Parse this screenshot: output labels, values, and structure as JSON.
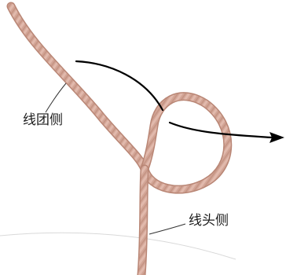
{
  "labels": {
    "ball_side": "线团侧",
    "end_side": "线头侧"
  },
  "colors": {
    "background": "#ffffff",
    "yarn": "#d2a596",
    "yarn_dark": "#b98675",
    "yarn_light": "#ecc9bd",
    "arrow": "#000000",
    "leader": "#333333",
    "faint_line": "#d9d9d9"
  },
  "icons": {
    "direction_arrow": "arrow-right-icon",
    "curved_guide": "curved-guide-line"
  }
}
